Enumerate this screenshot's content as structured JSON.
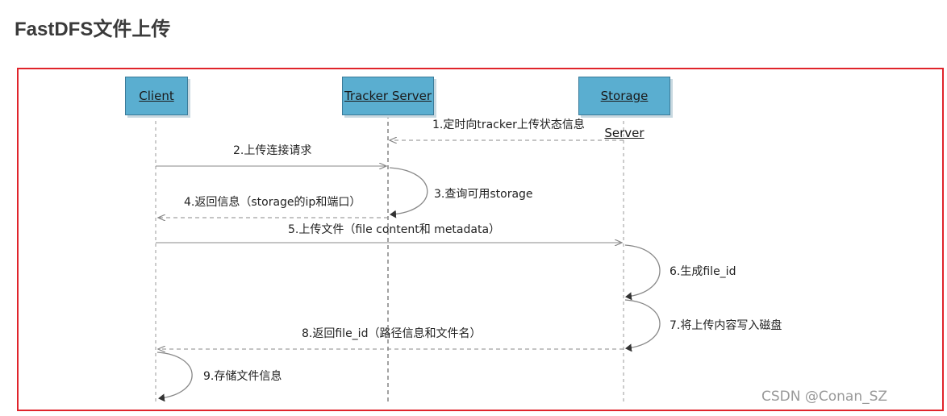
{
  "title": "FastDFS文件上传",
  "actors": {
    "client": "Client",
    "tracker": "Tracker Server",
    "storage": "Storage Server"
  },
  "messages": [
    "1.定时向tracker上传状态信息",
    "2.上传连接请求",
    "3.查询可用storage",
    "4.返回信息（storage的ip和端口）",
    "5.上传文件（file content和 metadata）",
    "6.生成file_id",
    "7.将上传内容写入磁盘",
    "8.返回file_id（路径信息和文件名）",
    "9.存储文件信息"
  ],
  "watermark": "CSDN @Conan_SZ",
  "colors": {
    "frame": "#e0242b",
    "actor_fill": "#5aaed0"
  }
}
